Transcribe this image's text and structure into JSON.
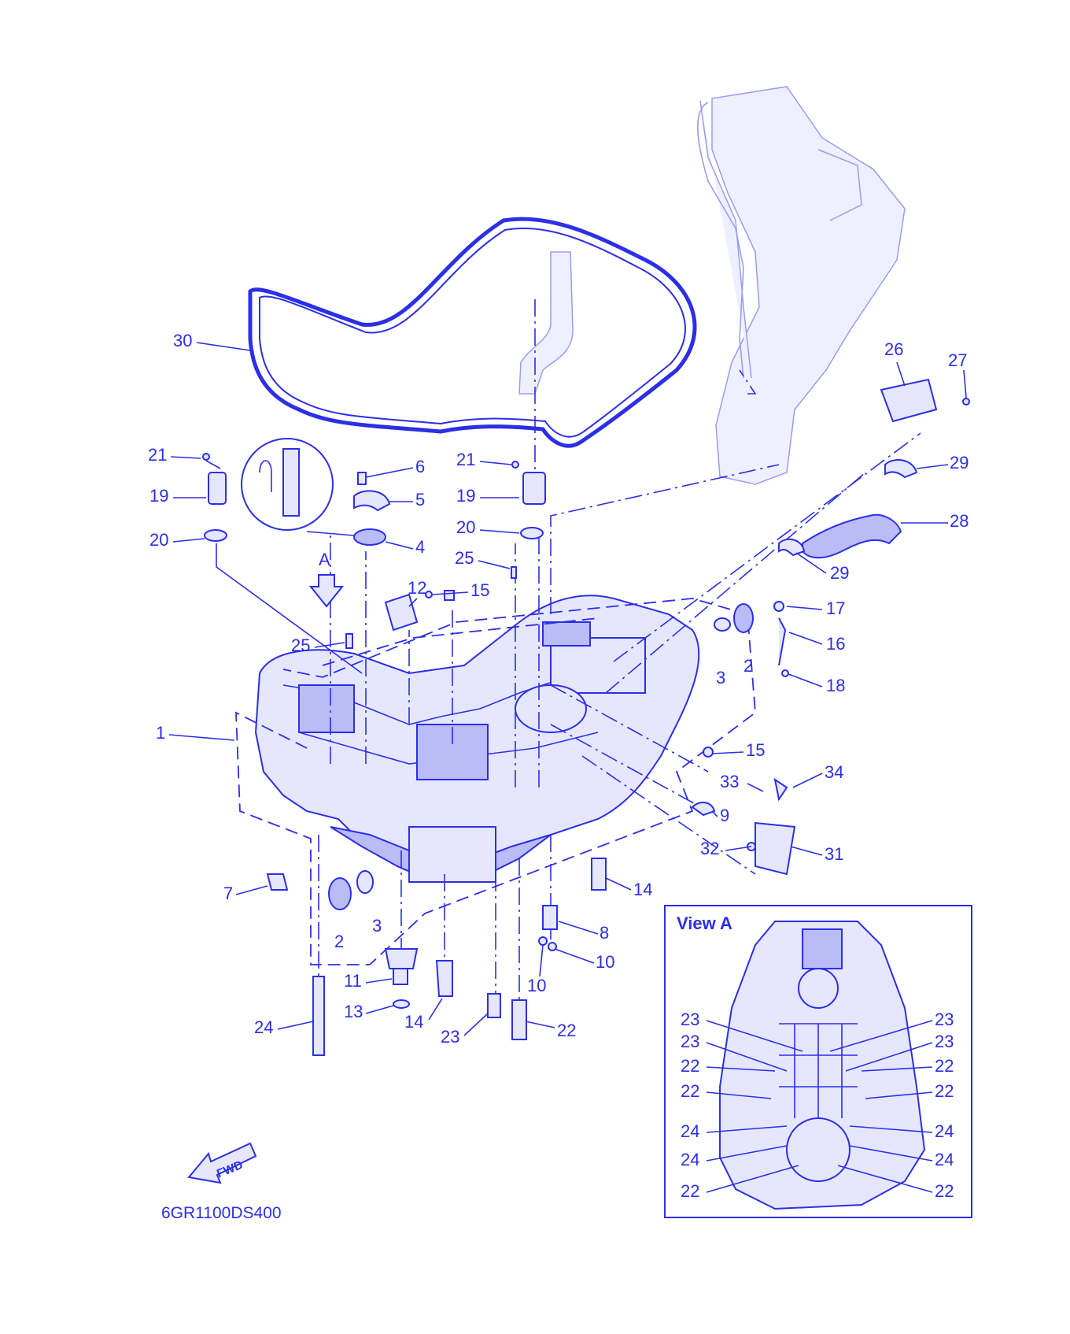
{
  "diagram_code": "6GR1100DS400",
  "view_a_title": "View A",
  "view_arrow_label": "A",
  "fwd_label": "FWD",
  "colors": {
    "line": "#2b2fe6",
    "fill": "#e6e7ff",
    "dark_fill": "#b9bcf6",
    "faint": "#9a9cf2"
  },
  "callouts": [
    {
      "id": "c30",
      "text": "30"
    },
    {
      "id": "c26",
      "text": "26"
    },
    {
      "id": "c27",
      "text": "27"
    },
    {
      "id": "c21a",
      "text": "21"
    },
    {
      "id": "c19a",
      "text": "19"
    },
    {
      "id": "c20a",
      "text": "20"
    },
    {
      "id": "c6",
      "text": "6"
    },
    {
      "id": "c5",
      "text": "5"
    },
    {
      "id": "c4",
      "text": "4"
    },
    {
      "id": "c21b",
      "text": "21"
    },
    {
      "id": "c19b",
      "text": "19"
    },
    {
      "id": "c20b",
      "text": "20"
    },
    {
      "id": "c25a",
      "text": "25"
    },
    {
      "id": "c29a",
      "text": "29"
    },
    {
      "id": "c28",
      "text": "28"
    },
    {
      "id": "c29b",
      "text": "29"
    },
    {
      "id": "c12",
      "text": "12"
    },
    {
      "id": "c15a",
      "text": "15"
    },
    {
      "id": "c17",
      "text": "17"
    },
    {
      "id": "c16",
      "text": "16"
    },
    {
      "id": "c18",
      "text": "18"
    },
    {
      "id": "c3a",
      "text": "3"
    },
    {
      "id": "c2a",
      "text": "2"
    },
    {
      "id": "c25b",
      "text": "25"
    },
    {
      "id": "c1",
      "text": "1"
    },
    {
      "id": "c15b",
      "text": "15"
    },
    {
      "id": "c33",
      "text": "33"
    },
    {
      "id": "c34",
      "text": "34"
    },
    {
      "id": "c9",
      "text": "9"
    },
    {
      "id": "c32",
      "text": "32"
    },
    {
      "id": "c31",
      "text": "31"
    },
    {
      "id": "c7",
      "text": "7"
    },
    {
      "id": "c14a",
      "text": "14"
    },
    {
      "id": "c2b",
      "text": "2"
    },
    {
      "id": "c3b",
      "text": "3"
    },
    {
      "id": "c8",
      "text": "8"
    },
    {
      "id": "c10a",
      "text": "10"
    },
    {
      "id": "c10b",
      "text": "10"
    },
    {
      "id": "c11",
      "text": "11"
    },
    {
      "id": "c13",
      "text": "13"
    },
    {
      "id": "c14b",
      "text": "14"
    },
    {
      "id": "c24",
      "text": "24"
    },
    {
      "id": "c23",
      "text": "23"
    },
    {
      "id": "c22",
      "text": "22"
    }
  ],
  "view_a_callouts_left": [
    "23",
    "23",
    "22",
    "22",
    "24",
    "24",
    "22"
  ],
  "view_a_callouts_right": [
    "23",
    "23",
    "22",
    "22",
    "24",
    "24",
    "22"
  ]
}
